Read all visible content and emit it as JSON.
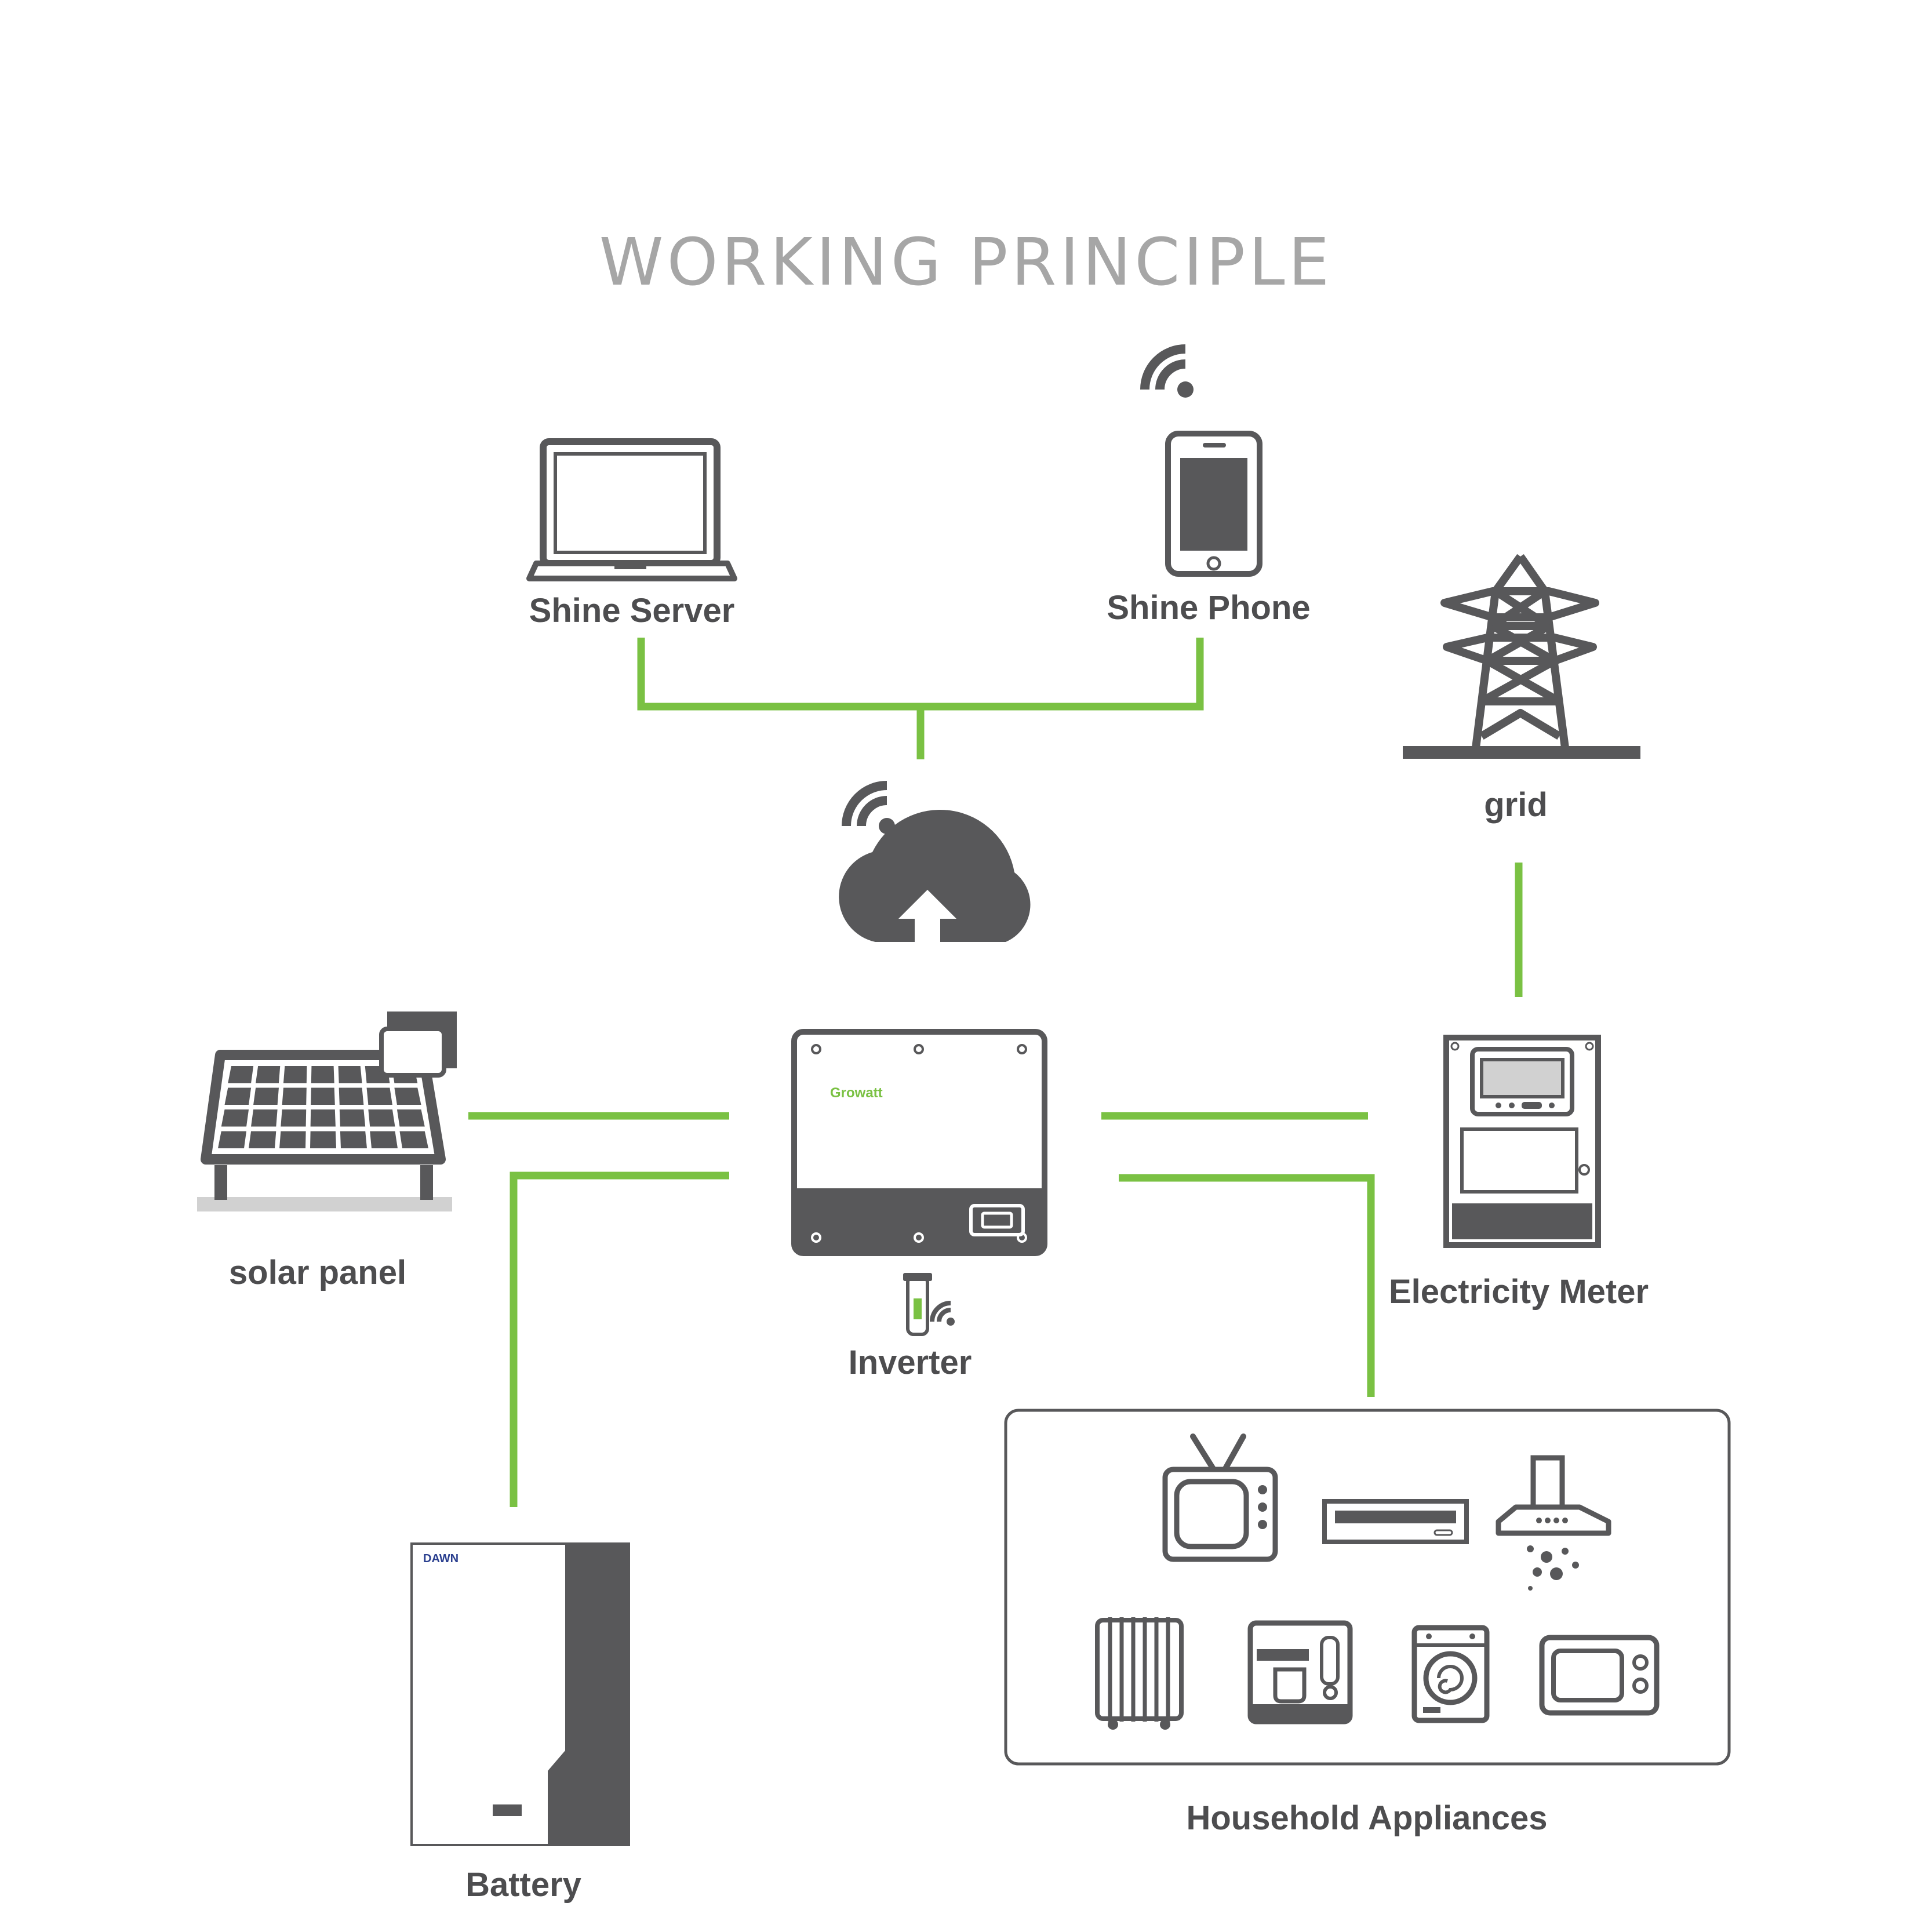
{
  "title": "WORKING PRINCIPLE",
  "nodes": {
    "shine_server": "Shine Server",
    "shine_phone": "Shine Phone",
    "grid": "grid",
    "solar_panel": "solar panel",
    "inverter": "Inverter",
    "electricity_meter": "Electricity Meter",
    "battery": "Battery",
    "household_appliances": "Household Appliances"
  },
  "brands": {
    "inverter": "Growatt",
    "battery": "DAWN"
  },
  "colors": {
    "connector": "#7ac143",
    "icon_dark": "#58585a",
    "title_gray": "#a6a6a6",
    "label_gray": "#4d4d4f"
  },
  "icons": {
    "laptop": "laptop-icon",
    "phone": "smartphone-icon",
    "wifi": "wifi-icon",
    "cloud": "cloud-upload-icon",
    "tower": "power-tower-icon",
    "solar": "solar-panel-icon",
    "inverter": "inverter-icon",
    "meter": "electricity-meter-icon",
    "battery": "battery-icon",
    "appliances": [
      "tv-icon",
      "dvd-player-icon",
      "range-hood-icon",
      "radiator-heater-icon",
      "coffee-machine-icon",
      "washing-machine-icon",
      "microwave-icon"
    ]
  }
}
